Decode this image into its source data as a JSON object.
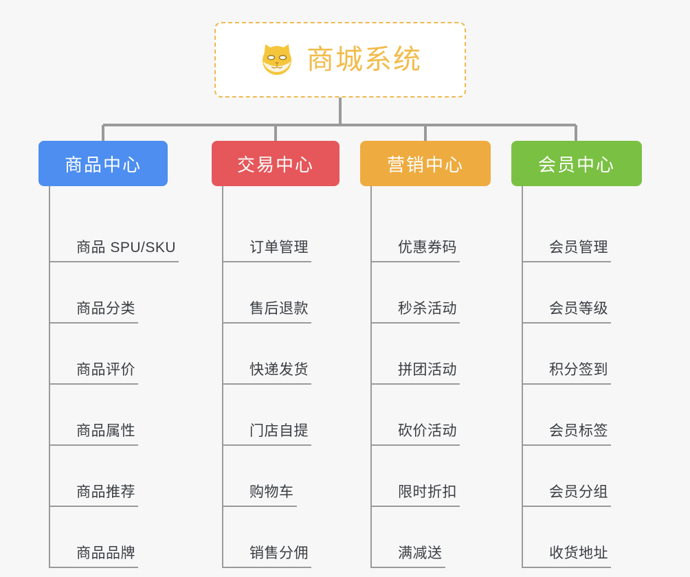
{
  "page": {
    "background": "#f7f7f7",
    "line_color": "#9a9a9a"
  },
  "root": {
    "title": "商城系统",
    "icon": "shiba-dog-icon",
    "text_color": "#f2bb4a",
    "border_color": "#efb950",
    "border_style": "dashed"
  },
  "categories": [
    {
      "label": "商品中心",
      "color": "#4d8ef0",
      "items": [
        "商品 SPU/SKU",
        "商品分类",
        "商品评价",
        "商品属性",
        "商品推荐",
        "商品品牌"
      ]
    },
    {
      "label": "交易中心",
      "color": "#e5575a",
      "items": [
        "订单管理",
        "售后退款",
        "快递发货",
        "门店自提",
        "购物车",
        "销售分佣"
      ]
    },
    {
      "label": "营销中心",
      "color": "#eeab3f",
      "items": [
        "优惠券码",
        "秒杀活动",
        "拼团活动",
        "砍价活动",
        "限时折扣",
        "满减送"
      ]
    },
    {
      "label": "会员中心",
      "color": "#7ac143",
      "items": [
        "会员管理",
        "会员等级",
        "积分签到",
        "会员标签",
        "会员分组",
        "收货地址"
      ]
    }
  ]
}
